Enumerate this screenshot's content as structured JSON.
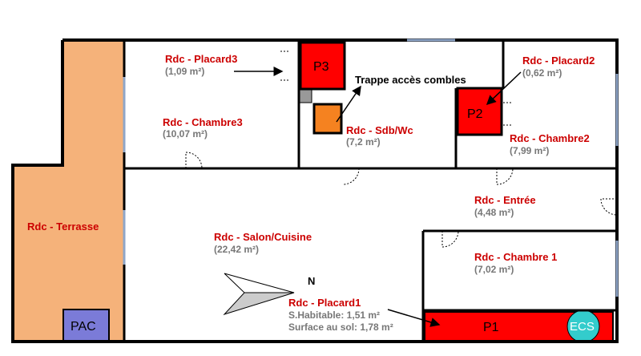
{
  "rooms": {
    "placard3": {
      "name": "Rdc - Placard3",
      "area": "(1,09 m²)"
    },
    "chambre3": {
      "name": "Rdc - Chambre3",
      "area": "(10,07 m²)"
    },
    "placard2": {
      "name": "Rdc - Placard2",
      "area": "(0,62 m²)"
    },
    "chambre2": {
      "name": "Rdc - Chambre2",
      "area": "(7,99 m²)"
    },
    "sdb": {
      "name": "Rdc - Sdb/Wc",
      "area": "(7,2 m²)"
    },
    "entree": {
      "name": "Rdc - Entrée",
      "area": "(4,48 m²)"
    },
    "terrasse": {
      "name": "Rdc - Terrasse"
    },
    "salon": {
      "name": "Rdc - Salon/Cuisine",
      "area": "(22,42 m²)"
    },
    "chambre1": {
      "name": "Rdc - Chambre 1",
      "area": "(7,02 m²)"
    },
    "placard1": {
      "name": "Rdc - Placard1",
      "habitable": "S.Habitable: 1,51 m²",
      "surface": "Surface au sol: 1,78 m²"
    }
  },
  "annotations": {
    "trappe": "Trappe accès combles",
    "north": "N"
  },
  "boxes": {
    "p1": "P1",
    "p2": "P2",
    "p3": "P3",
    "pac": "PAC",
    "ecs": "ECS"
  },
  "colors": {
    "terrace": "#f5b27a",
    "placard": "#ff0000",
    "trappe": "#f58220",
    "pac": "#7b7bd8",
    "ecs": "#33cccc",
    "label_red": "#cc0000",
    "label_grey": "#777777"
  }
}
